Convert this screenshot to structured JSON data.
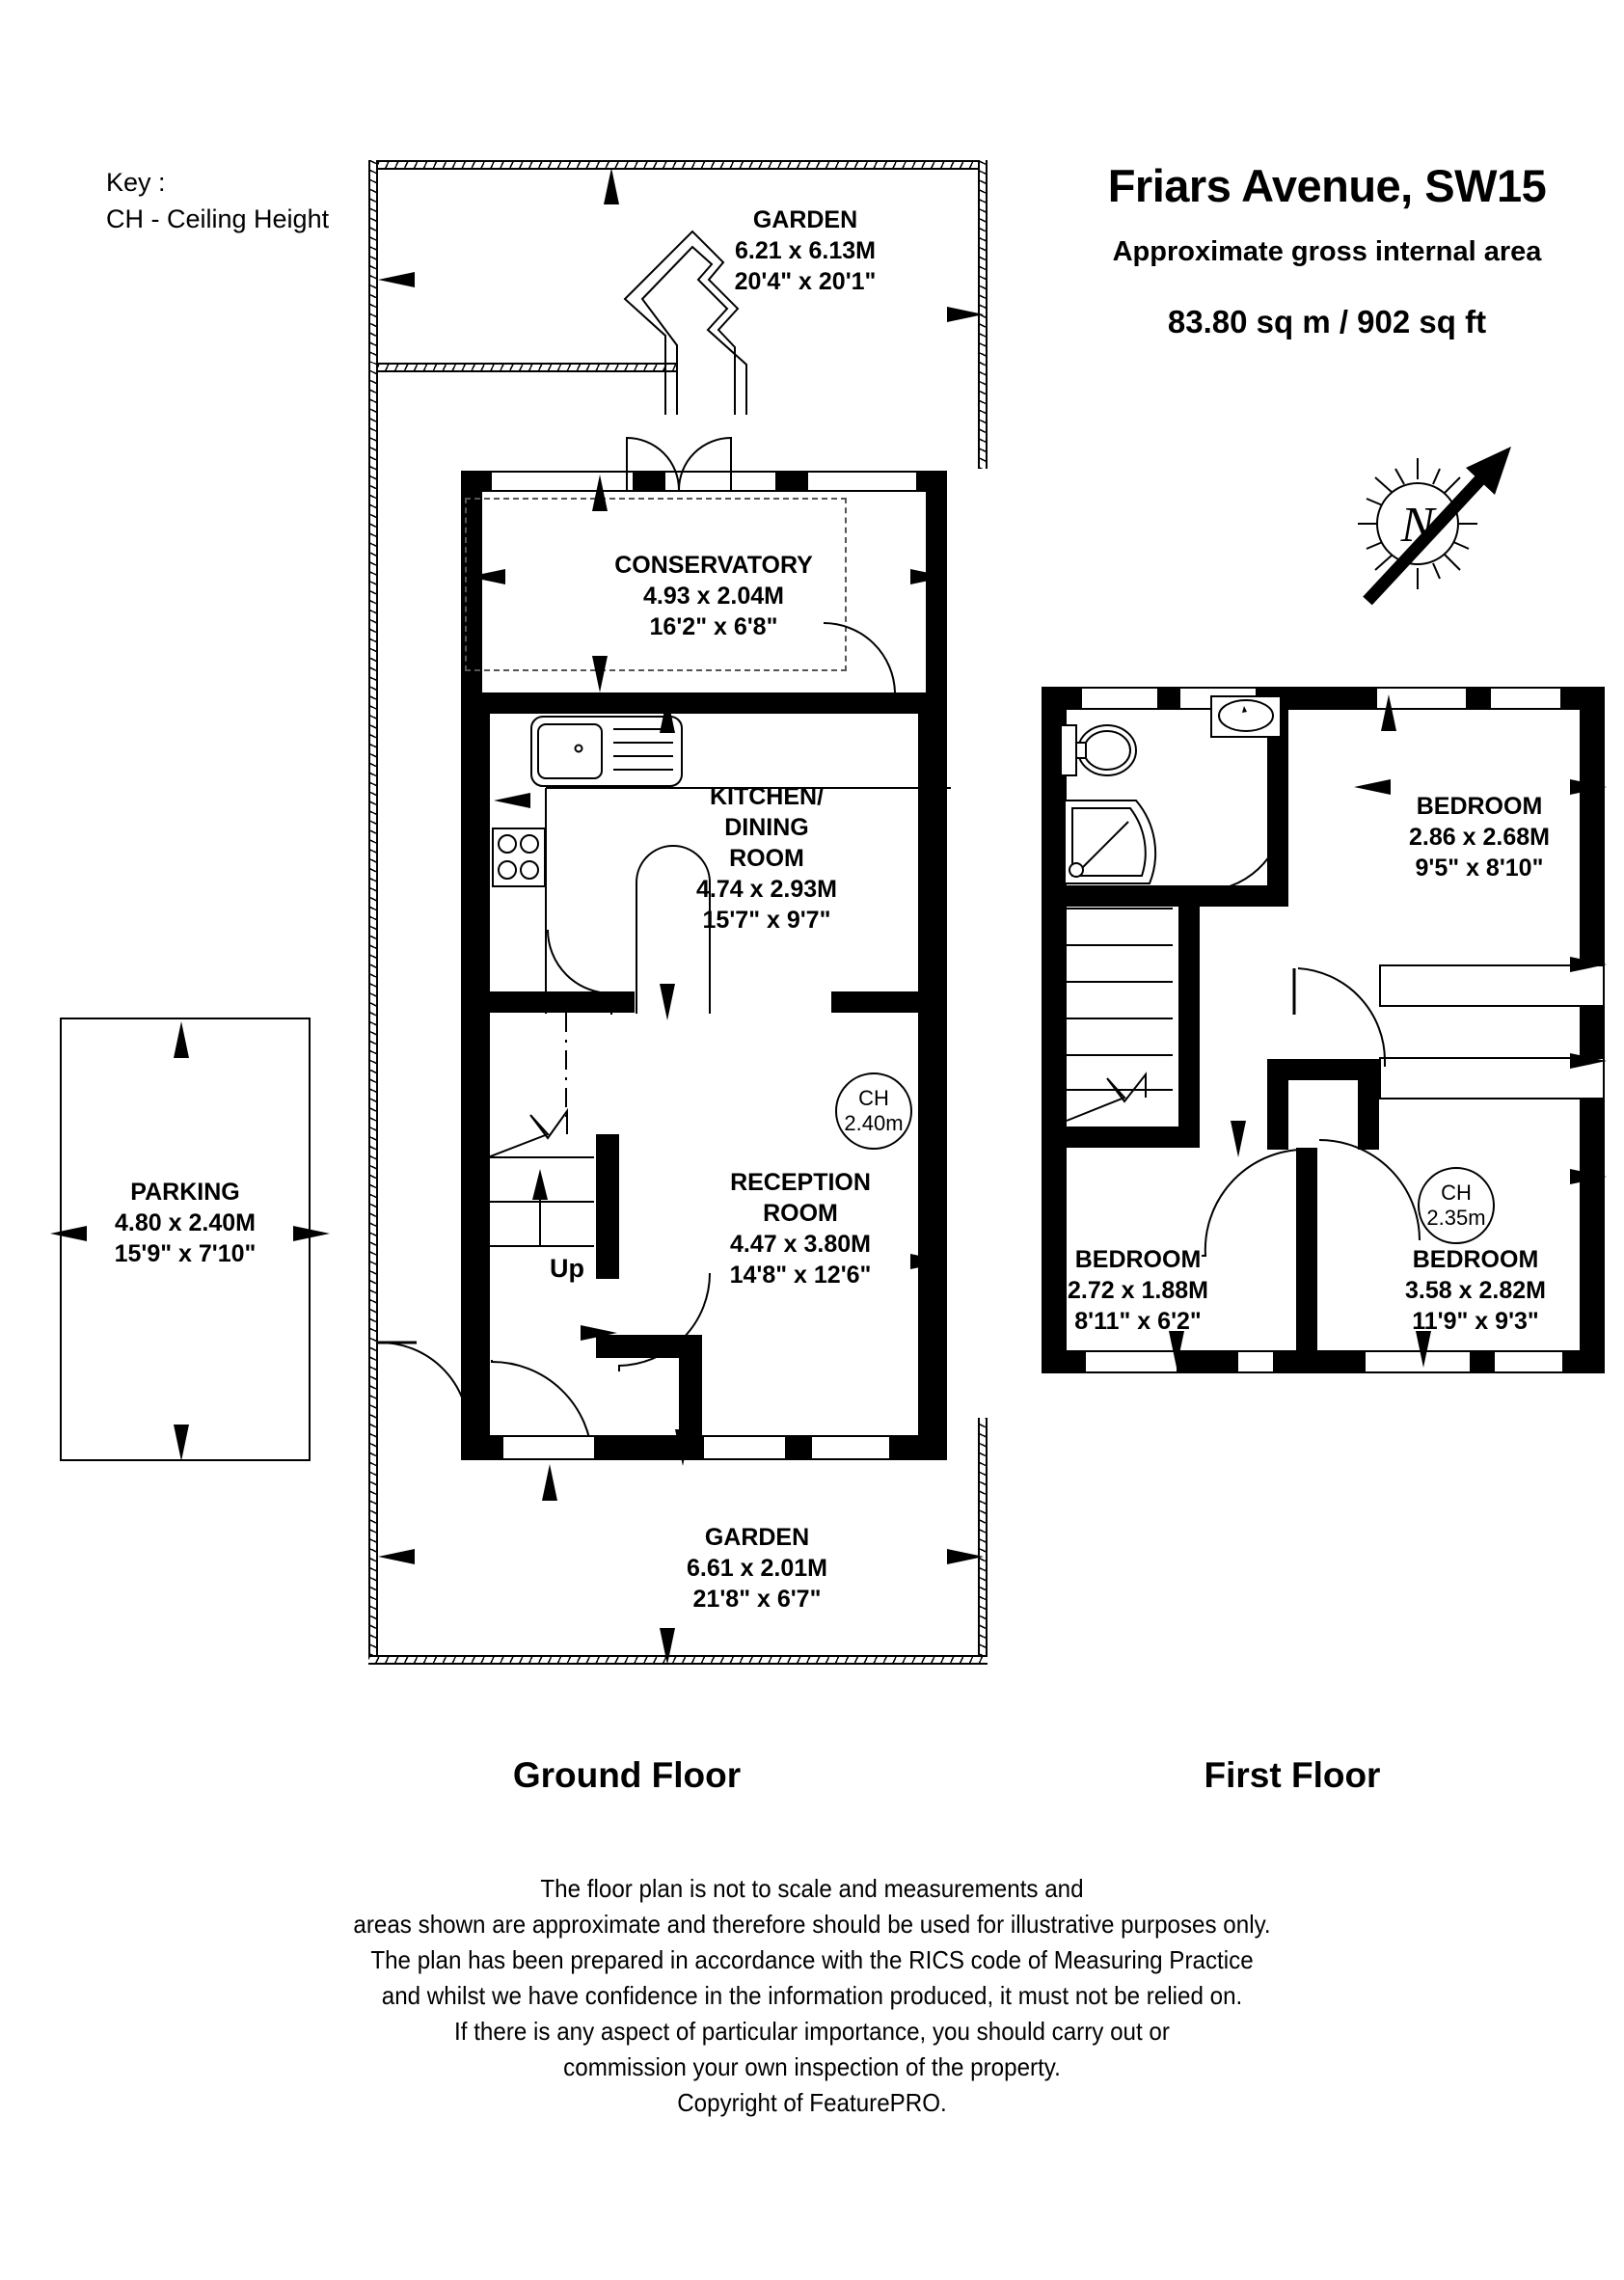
{
  "key": {
    "line1": "Key :",
    "line2": "CH - Ceiling Height"
  },
  "header": {
    "title": "Friars Avenue, SW15",
    "subtitle": "Approximate gross internal area",
    "area": "83.80 sq m /  902 sq ft"
  },
  "compass": {
    "letter": "N",
    "name": "north-arrow"
  },
  "floor_captions": {
    "ground": "Ground Floor",
    "first": "First Floor"
  },
  "stairs": {
    "up_label": "Up"
  },
  "ceiling_heights": [
    {
      "label": "CH",
      "value": "2.40m"
    },
    {
      "label": "CH",
      "value": "2.35m"
    }
  ],
  "rooms": {
    "garden_top": {
      "name": "GARDEN",
      "metric": "6.21 x 6.13M",
      "imperial": "20'4\" x 20'1\""
    },
    "conservatory": {
      "name": "CONSERVATORY",
      "metric": "4.93 x 2.04M",
      "imperial": "16'2\" x 6'8\""
    },
    "kitchen": {
      "name1": "KITCHEN/",
      "name2": "DINING",
      "name3": "ROOM",
      "metric": "4.74 x 2.93M",
      "imperial": "15'7\" x 9'7\""
    },
    "reception": {
      "name1": "RECEPTION",
      "name2": "ROOM",
      "metric": "4.47 x 3.80M",
      "imperial": "14'8\" x 12'6\""
    },
    "parking": {
      "name": "PARKING",
      "metric": "4.80 x 2.40M",
      "imperial": "15'9\" x 7'10\""
    },
    "garden_bottom": {
      "name": "GARDEN",
      "metric": "6.61 x 2.01M",
      "imperial": "21'8\" x 6'7\""
    },
    "bedroom1": {
      "name": "BEDROOM",
      "metric": "2.86 x 2.68M",
      "imperial": "9'5\" x 8'10\""
    },
    "bedroom2": {
      "name": "BEDROOM",
      "metric": "2.72 x 1.88M",
      "imperial": "8'11\" x 6'2\""
    },
    "bedroom3": {
      "name": "BEDROOM",
      "metric": "3.58 x 2.82M",
      "imperial": "11'9\" x 9'3\""
    }
  },
  "footer": {
    "l1": "The floor plan is not to scale and measurements and",
    "l2": "areas shown are approximate and therefore should be used for illustrative purposes only.",
    "l3": "The plan has been prepared in accordance with the RICS code of Measuring Practice",
    "l4": "and whilst we have confidence in the information produced, it must not be relied on.",
    "l5": "If there is any aspect of particular importance, you should carry out or",
    "l6": "commission your own inspection of the property.",
    "l7": "Copyright of FeaturePRO."
  },
  "colors": {
    "ink": "#000000",
    "paper": "#ffffff"
  }
}
